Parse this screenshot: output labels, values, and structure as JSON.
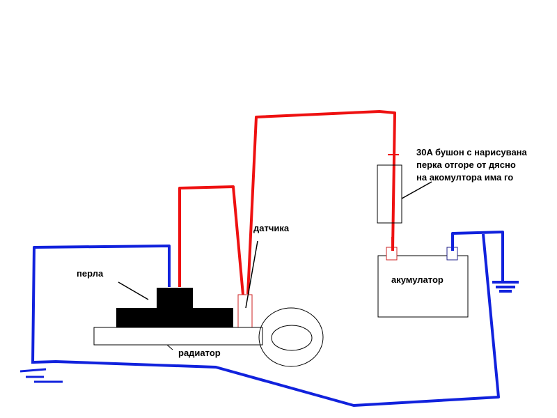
{
  "labels": {
    "fuse_note": [
      "30A бушон с нарисувана",
      "перка отгоре от дясно",
      "на акомултора има го"
    ],
    "battery": "акумулатор",
    "sensor": "датчика",
    "fan": "перла",
    "radiator": "радиатор"
  },
  "colors": {
    "positive_wire": "#ee1111",
    "ground_wire": "#1122dd",
    "outline": "#000000"
  }
}
